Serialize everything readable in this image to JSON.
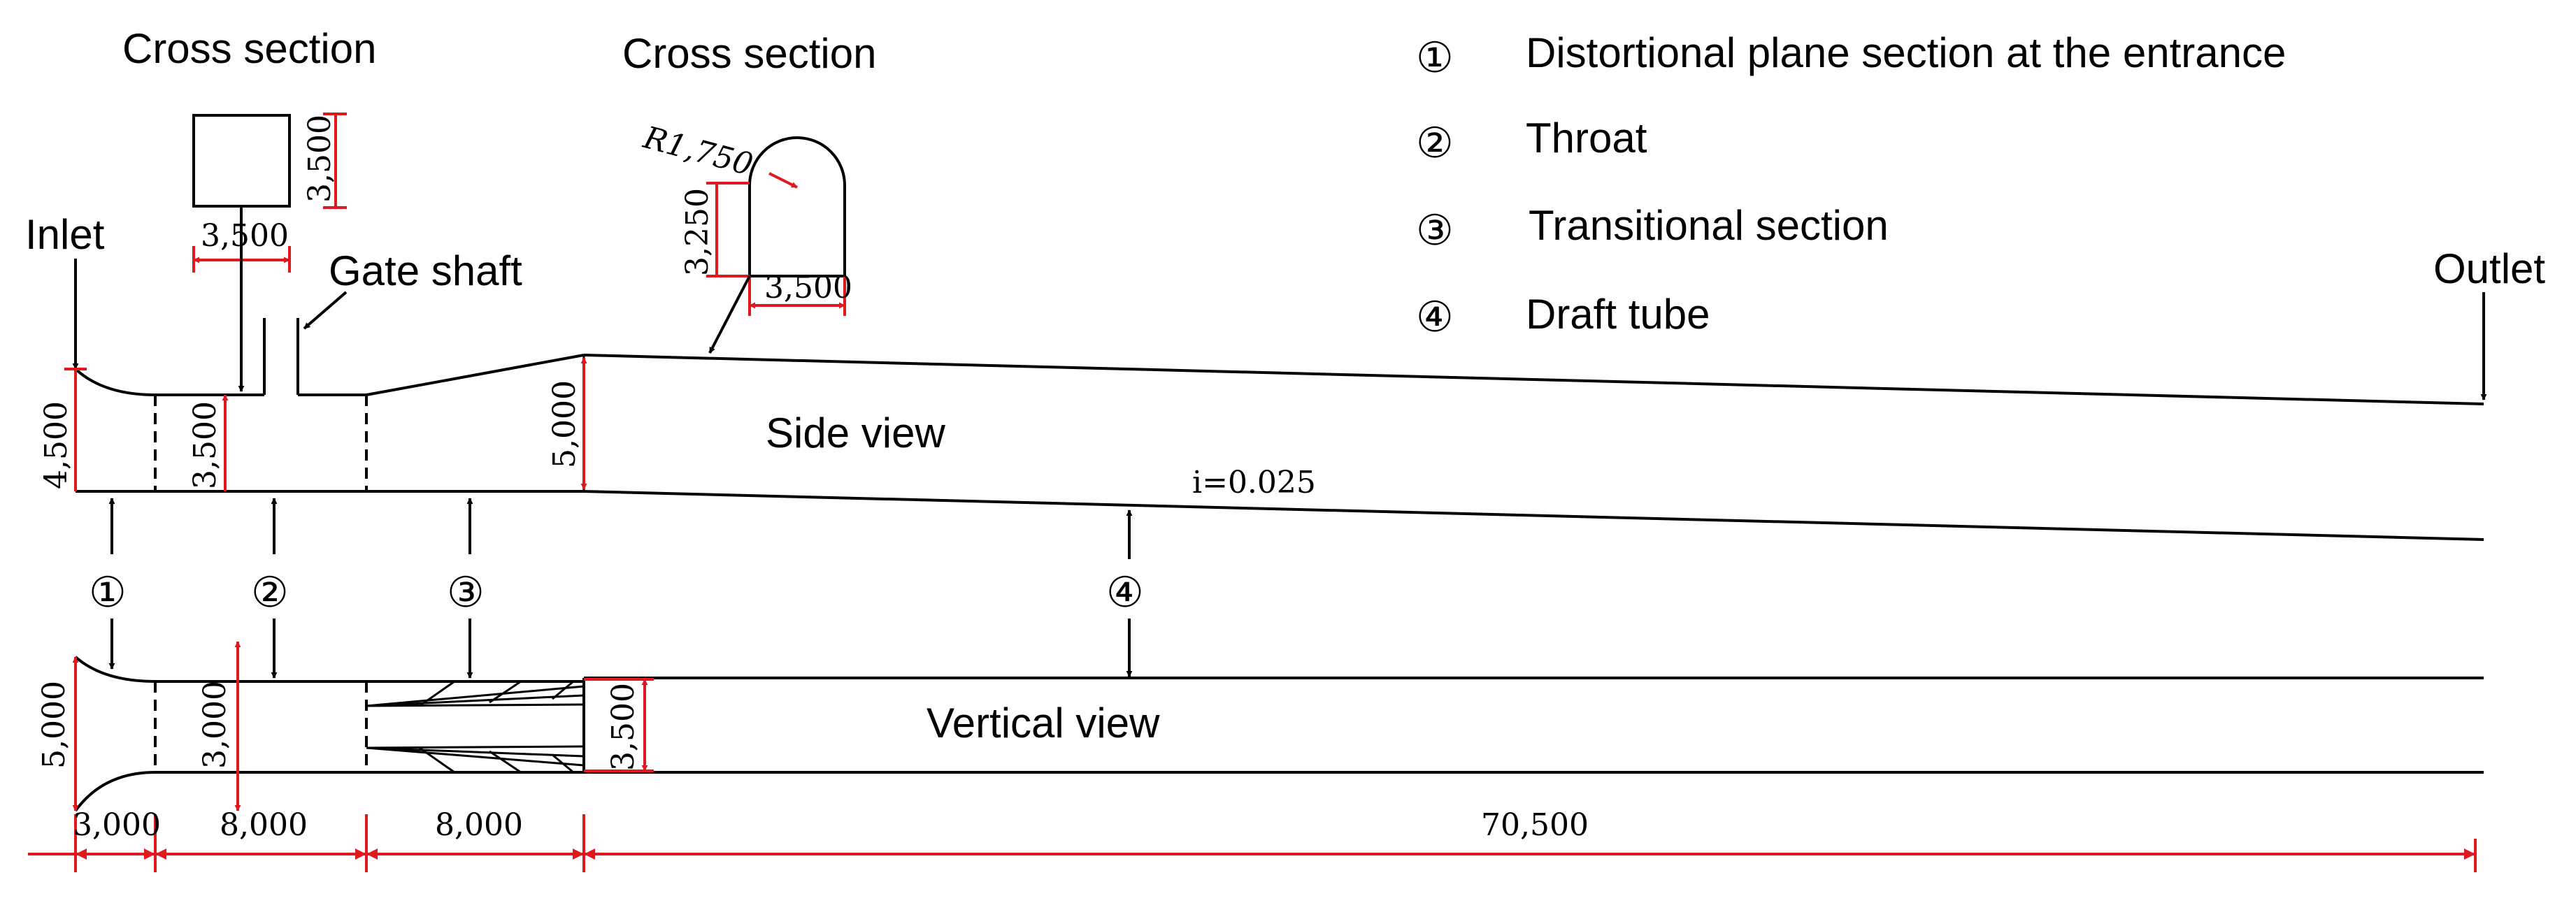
{
  "labels": {
    "cross_section_left": "Cross section",
    "cross_section_right": "Cross section",
    "inlet": "Inlet",
    "outlet": "Outlet",
    "gate_shaft": "Gate shaft",
    "side_view": "Side view",
    "vertical_view": "Vertical view",
    "slope": "i=0.025"
  },
  "legend": [
    {
      "marker": "①",
      "text": "Distortional plane section at the entrance"
    },
    {
      "marker": "②",
      "text": "Throat"
    },
    {
      "marker": "③",
      "text": "Transitional section"
    },
    {
      "marker": "④",
      "text": "Draft tube"
    }
  ],
  "section_markers": [
    "①",
    "②",
    "③",
    "④"
  ],
  "dimensions": {
    "square_width": "3,500",
    "square_height": "3,500",
    "arch_radius": "R1,750",
    "arch_height": "3,250",
    "arch_width": "3,500",
    "side_inlet_height": "4,500",
    "side_throat_height": "3,500",
    "side_outlet_height": "5,000",
    "plan_inlet_width": "5,000",
    "plan_throat_width": "3,000",
    "plan_outlet_width": "3,500",
    "len_inlet": "3,000",
    "len_throat": "8,000",
    "len_transition": "8,000",
    "len_tube": "70,500"
  },
  "colors": {
    "line": "#000000",
    "dimension": "#e0191f"
  }
}
